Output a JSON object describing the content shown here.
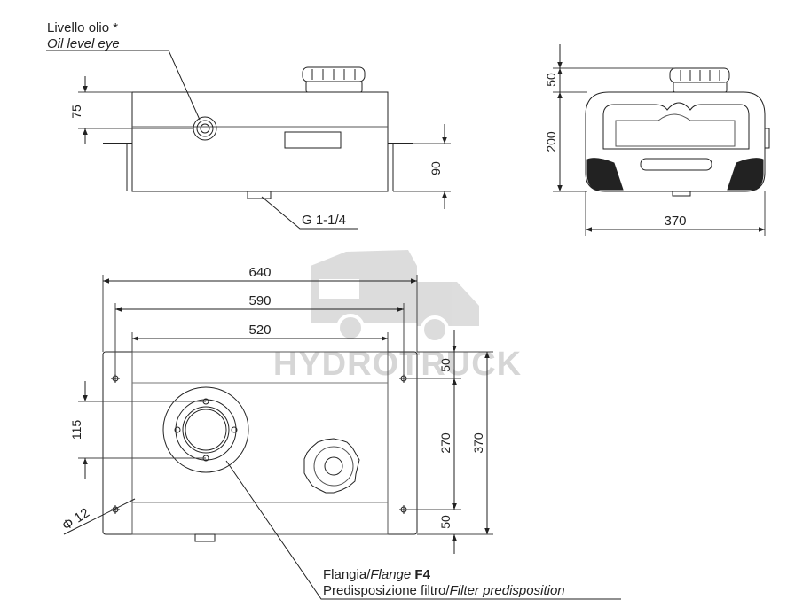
{
  "watermark": "HYDROTRUCK",
  "front_view": {
    "oil_level_label": "Livello olio *",
    "oil_level_label_en": "Oil level eye",
    "dim_eye_height": "75",
    "dim_base_height": "90",
    "port_label": "G 1-1/4"
  },
  "side_view": {
    "dim_cap": "50",
    "dim_height": "200",
    "dim_width": "370"
  },
  "top_view": {
    "dim_overall": "640",
    "dim_holes": "590",
    "dim_body": "520",
    "dim_flange": "115",
    "dim_hole_dia": "Φ 12",
    "dim_right_top": "50",
    "dim_right_mid": "270",
    "dim_right_bottom": "50",
    "dim_right_total": "370"
  },
  "notes": {
    "flange_it": "Flangia/",
    "flange_en": "Flange",
    "flange_code": "F4",
    "filter_it": "Predisposizione filtro/",
    "filter_en": "Filter predisposition"
  }
}
